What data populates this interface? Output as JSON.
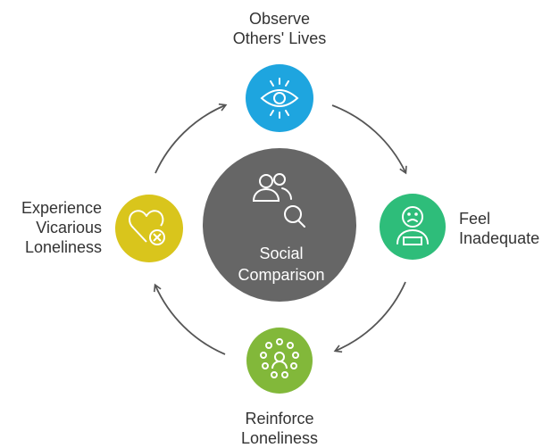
{
  "center": {
    "line1": "Social",
    "line2": "Comparison",
    "icon": "people-search-icon",
    "color": "#666666"
  },
  "nodes": [
    {
      "id": "observe",
      "line1": "Observe",
      "line2": "Others' Lives",
      "icon": "eye-icon",
      "color": "#1ea5df"
    },
    {
      "id": "feel",
      "line1": "Feel",
      "line2": "Inadequate",
      "icon": "sad-person-icon",
      "color": "#2ebd7a"
    },
    {
      "id": "reinforce",
      "line1": "Reinforce",
      "line2": "Loneliness",
      "icon": "isolated-person-icon",
      "color": "#82b83a"
    },
    {
      "id": "experience",
      "line1": "Experience",
      "line2": "Vicarious",
      "line3": "Loneliness",
      "icon": "broken-heart-icon",
      "color": "#d9c51c"
    }
  ]
}
